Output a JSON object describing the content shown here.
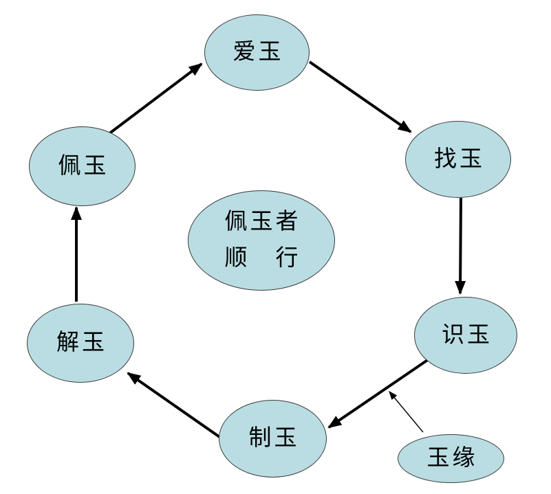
{
  "diagram": {
    "colors": {
      "background": "#ffffff",
      "node_fill": "#b9dde2",
      "node_stroke": "#3a3a3a",
      "arrow": "#000000",
      "text": "#000000"
    },
    "nodes": {
      "aiyu": {
        "label": "爱玉"
      },
      "zhaoyu": {
        "label": "找玉"
      },
      "shiyu": {
        "label": "识玉"
      },
      "zhiyu": {
        "label": "制玉"
      },
      "jieyu": {
        "label": "解玉"
      },
      "peiyu": {
        "label": "佩玉"
      },
      "center": {
        "line1": "佩玉者",
        "line2": "顺　行"
      },
      "yuyuan": {
        "label": "玉缘"
      }
    },
    "edges": [
      {
        "from": "佩玉",
        "to": "爱玉",
        "style": "thick"
      },
      {
        "from": "爱玉",
        "to": "找玉",
        "style": "thick"
      },
      {
        "from": "找玉",
        "to": "识玉",
        "style": "thick"
      },
      {
        "from": "识玉",
        "to": "制玉",
        "style": "thick"
      },
      {
        "from": "制玉",
        "to": "解玉",
        "style": "thick"
      },
      {
        "from": "解玉",
        "to": "佩玉",
        "style": "thick"
      },
      {
        "from": "玉缘",
        "to": "识玉-制玉-arrow",
        "style": "thin"
      }
    ]
  }
}
